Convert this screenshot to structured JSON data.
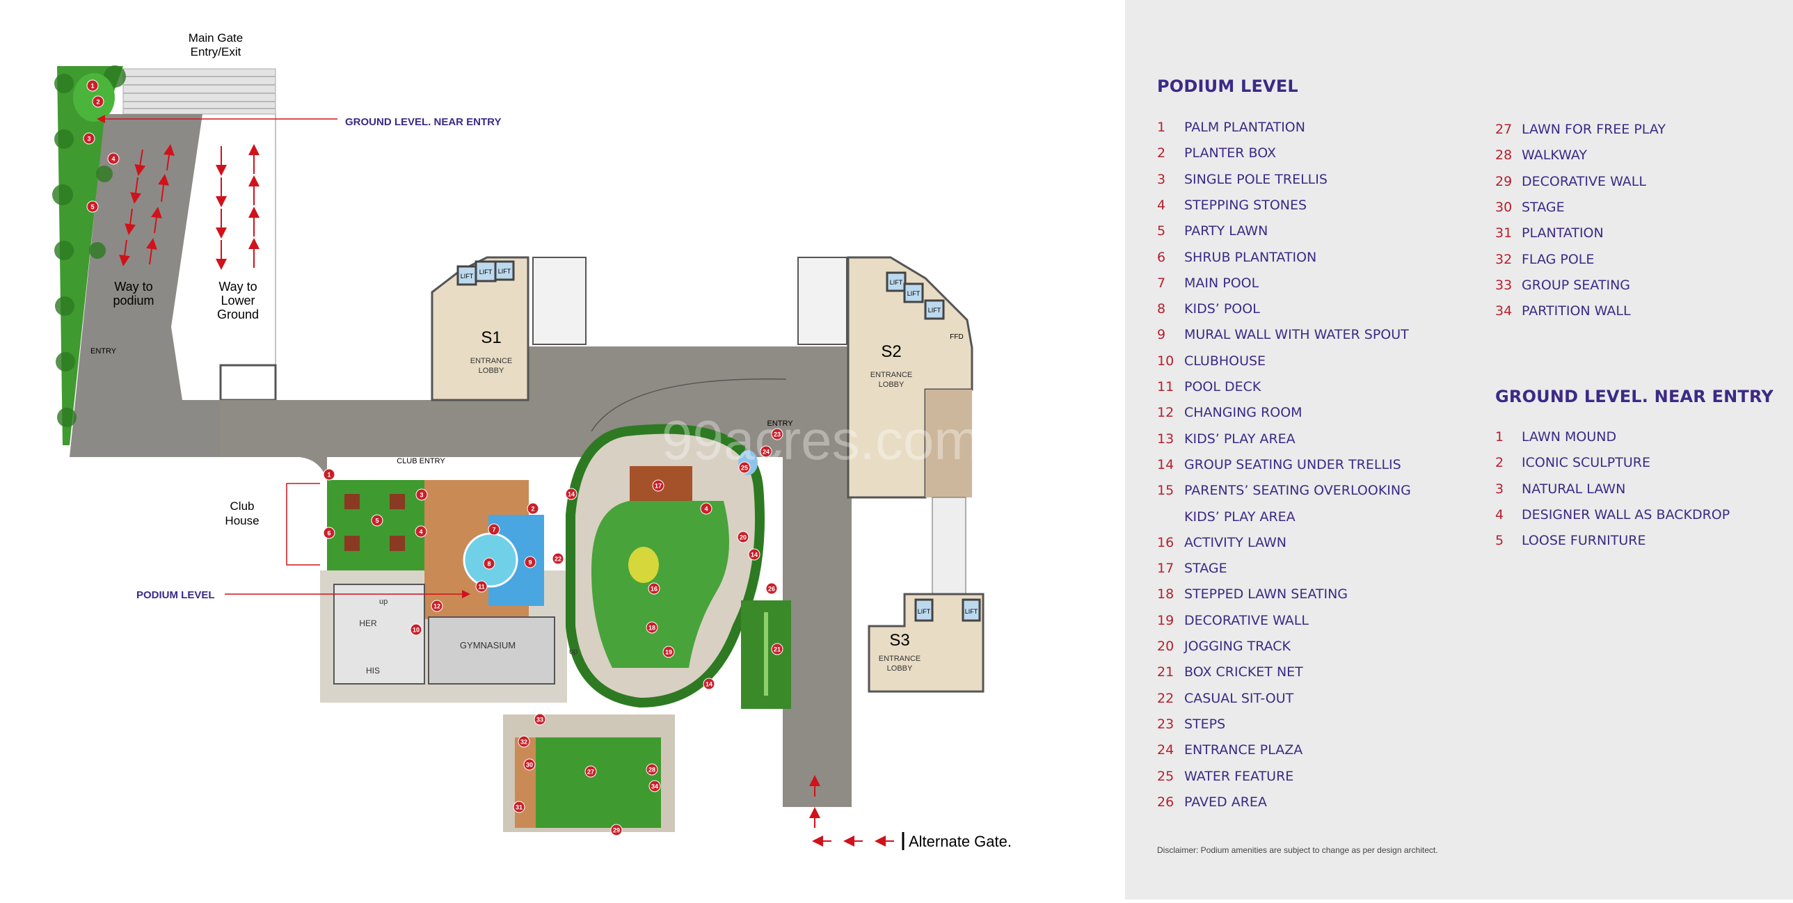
{
  "map": {
    "main_gate": [
      "Main Gate",
      "Entry/Exit"
    ],
    "ground_level_callout": "GROUND LEVEL. NEAR ENTRY",
    "podium_level_callout": "PODIUM LEVEL",
    "way_to_podium": [
      "Way to",
      "podium"
    ],
    "way_to_lower_ground": [
      "Way to",
      "Lower",
      "Ground"
    ],
    "entry_ramp": "ENTRY",
    "entry_plaza": "ENTRY",
    "club_entry": "CLUB ENTRY",
    "club_house": [
      "Club",
      "House"
    ],
    "gymnasium": "GYMNASIUM",
    "her": "HER",
    "his": "HIS",
    "up": "up",
    "lift": "LIFT",
    "ffd": "FFD",
    "alternate_gate": "Alternate Gate.",
    "watermark": "99acres.com",
    "towers": [
      {
        "name": "S1",
        "lobby": [
          "ENTRANCE",
          "LOBBY"
        ]
      },
      {
        "name": "S2",
        "lobby": [
          "ENTRANCE",
          "LOBBY"
        ]
      },
      {
        "name": "S3",
        "lobby": [
          "ENTRANCE",
          "LOBBY"
        ]
      }
    ],
    "ground_markers": [
      "1",
      "2",
      "3",
      "4",
      "5"
    ],
    "podium_markers": [
      "1",
      "2",
      "3",
      "4",
      "5",
      "6",
      "7",
      "8",
      "9",
      "10",
      "11",
      "12",
      "14",
      "14",
      "14",
      "16",
      "17",
      "4",
      "18",
      "19",
      "20",
      "21",
      "22",
      "23",
      "24",
      "25",
      "26",
      "27",
      "28",
      "29",
      "30",
      "31",
      "32",
      "33",
      "34"
    ],
    "colors": {
      "lawn": "#3f9a2f",
      "road": "#8c8a86",
      "deck": "#c98a55",
      "pool": "#4aa6e0",
      "marker": "#c8202a",
      "arrow": "#d0121b"
    }
  },
  "legend": {
    "podium_title": "PODIUM LEVEL",
    "podium_items": [
      {
        "n": "1",
        "t": "PALM PLANTATION"
      },
      {
        "n": "2",
        "t": "PLANTER BOX"
      },
      {
        "n": "3",
        "t": "SINGLE POLE TRELLIS"
      },
      {
        "n": "4",
        "t": "STEPPING STONES"
      },
      {
        "n": "5",
        "t": "PARTY LAWN"
      },
      {
        "n": "6",
        "t": "SHRUB PLANTATION"
      },
      {
        "n": "7",
        "t": "MAIN POOL"
      },
      {
        "n": "8",
        "t": "KIDS’ POOL"
      },
      {
        "n": "9",
        "t": "MURAL WALL WITH WATER SPOUT"
      },
      {
        "n": "10",
        "t": "CLUBHOUSE"
      },
      {
        "n": "11",
        "t": "POOL DECK"
      },
      {
        "n": "12",
        "t": "CHANGING ROOM"
      },
      {
        "n": "13",
        "t": "KIDS’ PLAY AREA"
      },
      {
        "n": "14",
        "t": "GROUP SEATING UNDER TRELLIS"
      },
      {
        "n": "15",
        "t": "PARENTS’ SEATING OVERLOOKING"
      },
      {
        "n": "",
        "t": "KIDS’ PLAY AREA"
      },
      {
        "n": "16",
        "t": "ACTIVITY LAWN"
      },
      {
        "n": "17",
        "t": "STAGE"
      },
      {
        "n": "18",
        "t": "STEPPED LAWN SEATING"
      },
      {
        "n": "19",
        "t": "DECORATIVE WALL"
      },
      {
        "n": "20",
        "t": "JOGGING TRACK"
      },
      {
        "n": "21",
        "t": "BOX CRICKET NET"
      },
      {
        "n": "22",
        "t": "CASUAL SIT-OUT"
      },
      {
        "n": "23",
        "t": "STEPS"
      },
      {
        "n": "24",
        "t": "ENTRANCE PLAZA"
      },
      {
        "n": "25",
        "t": "WATER FEATURE"
      },
      {
        "n": "26",
        "t": "PAVED AREA"
      }
    ],
    "podium_items_col2": [
      {
        "n": "27",
        "t": "LAWN FOR FREE PLAY"
      },
      {
        "n": "28",
        "t": "WALKWAY"
      },
      {
        "n": "29",
        "t": "DECORATIVE WALL"
      },
      {
        "n": "30",
        "t": "STAGE"
      },
      {
        "n": "31",
        "t": "PLANTATION"
      },
      {
        "n": "32",
        "t": "FLAG POLE"
      },
      {
        "n": "33",
        "t": "GROUP SEATING"
      },
      {
        "n": "34",
        "t": "PARTITION WALL"
      }
    ],
    "ground_title": "GROUND LEVEL. NEAR ENTRY",
    "ground_items": [
      {
        "n": "1",
        "t": "LAWN MOUND"
      },
      {
        "n": "2",
        "t": "ICONIC SCULPTURE"
      },
      {
        "n": "3",
        "t": "NATURAL LAWN"
      },
      {
        "n": "4",
        "t": "DESIGNER WALL AS BACKDROP"
      },
      {
        "n": "5",
        "t": "LOOSE FURNITURE"
      }
    ],
    "disclaimer": "Disclaimer: Podium amenities are subject to change as per design architect."
  }
}
